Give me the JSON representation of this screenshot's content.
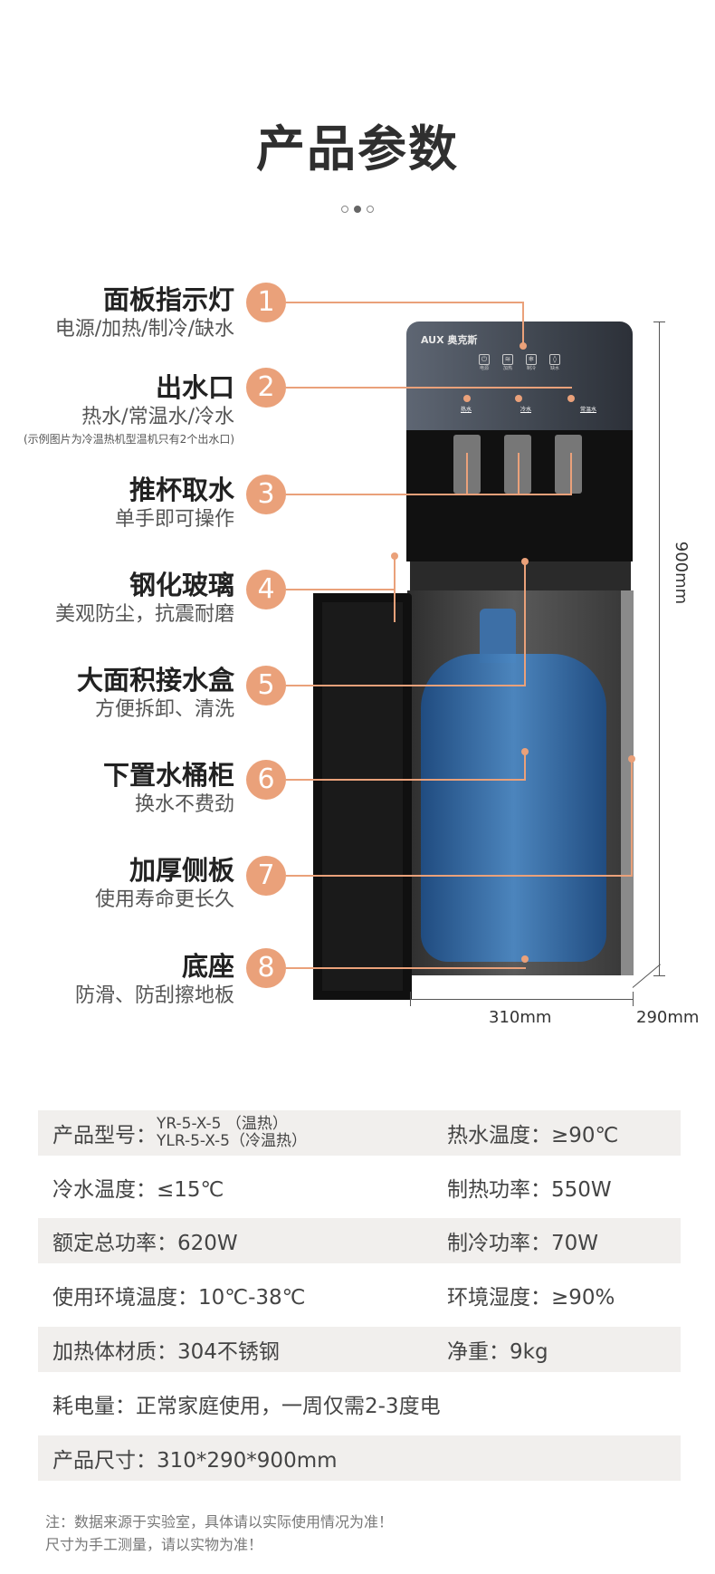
{
  "title": "产品参数",
  "features": [
    {
      "num": "1",
      "title": "面板指示灯",
      "sub": "电源/加热/制冷/缺水"
    },
    {
      "num": "2",
      "title": "出水口",
      "sub": "热水/常温水/冷水",
      "note": "(示例图片为冷温热机型温机只有2个出水口)"
    },
    {
      "num": "3",
      "title": "推杯取水",
      "sub": "单手即可操作"
    },
    {
      "num": "4",
      "title": "钢化玻璃",
      "sub": "美观防尘，抗震耐磨"
    },
    {
      "num": "5",
      "title": "大面积接水盒",
      "sub": "方便拆卸、清洗"
    },
    {
      "num": "6",
      "title": "下置水桶柜",
      "sub": "换水不费劲"
    },
    {
      "num": "7",
      "title": "加厚侧板",
      "sub": "使用寿命更长久"
    },
    {
      "num": "8",
      "title": "底座",
      "sub": "防滑、防刮擦地板"
    }
  ],
  "product": {
    "brand": "AUX 奥克斯",
    "buttons": [
      "电源",
      "加热",
      "制冷",
      "缺水"
    ],
    "outlets": [
      "热水",
      "冷水",
      "常温水"
    ]
  },
  "dimensions": {
    "height": "900mm",
    "width": "310mm",
    "depth": "290mm"
  },
  "specs": {
    "model_label": "产品型号：",
    "model_1": "YR-5-X-5 （温热）",
    "model_2": "YLR-5-X-5（冷温热）",
    "hot_temp": "热水温度：≥90℃",
    "cold_temp": "冷水温度：≤15℃",
    "heat_power": "制热功率：550W",
    "total_power": "额定总功率：620W",
    "cool_power": "制冷功率：70W",
    "env_temp": "使用环境温度：10℃-38℃",
    "env_humidity": "环境湿度：≥90%",
    "heater": "加热体材质：304不锈钢",
    "weight": "净重：9kg",
    "consumption": "耗电量：正常家庭使用，一周仅需2-3度电",
    "size": "产品尺寸：310*290*900mm"
  },
  "notes": [
    "注：数据来源于实验室，具体请以实际使用情况为准！",
    "尺寸为手工测量，请以实物为准！"
  ],
  "colors": {
    "accent": "#eaa17a",
    "row_shade": "#f1efed"
  }
}
